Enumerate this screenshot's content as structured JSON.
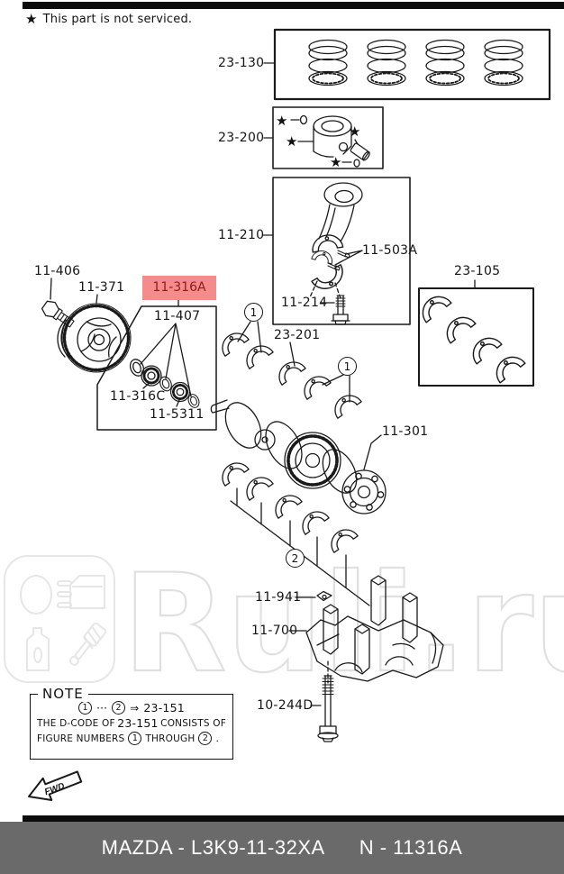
{
  "notice": {
    "icon": "★",
    "text": "This part is not serviced."
  },
  "parts": {
    "piston_rings": "23-130",
    "piston": "23-200",
    "connecting_rod": "11-210",
    "rod_bolt_small": "11-503A",
    "rod_bolt": "11-214",
    "rod_bearings": "23-105",
    "pulley_bolt": "11-406",
    "trigger_wheel": "11-371",
    "seal_kit": "11-316A",
    "seal_set": "11-407",
    "seal_c": "11-316C",
    "oil_seal": "11-5311",
    "thrust_bearing": "23-201",
    "crankshaft": "11-301",
    "clip": "11-941",
    "bearing_cap": "11-700",
    "cap_bolt": "10-244D"
  },
  "callouts": {
    "one": "1",
    "two": "2"
  },
  "note": {
    "title": "NOTE",
    "seq_dots": "···",
    "seq_arrow": "⇒",
    "seq_code": "23-151",
    "line2_a": "THE D-CODE OF",
    "line2_b": "23-151",
    "line2_c": "CONSISTS OF",
    "line3_a": "FIGURE NUMBERS",
    "line3_b": "THROUGH",
    "line3_period": "."
  },
  "fwd_label": "FWD",
  "watermark": "Ruli.ru",
  "footer": {
    "catalog": "MAZDA - L3K9-11-32XA",
    "part": "N - 11316A",
    "bg": "#6a6a6a"
  },
  "highlight": {
    "bg": "#f58b8b",
    "fg": "#8c1c1c"
  }
}
